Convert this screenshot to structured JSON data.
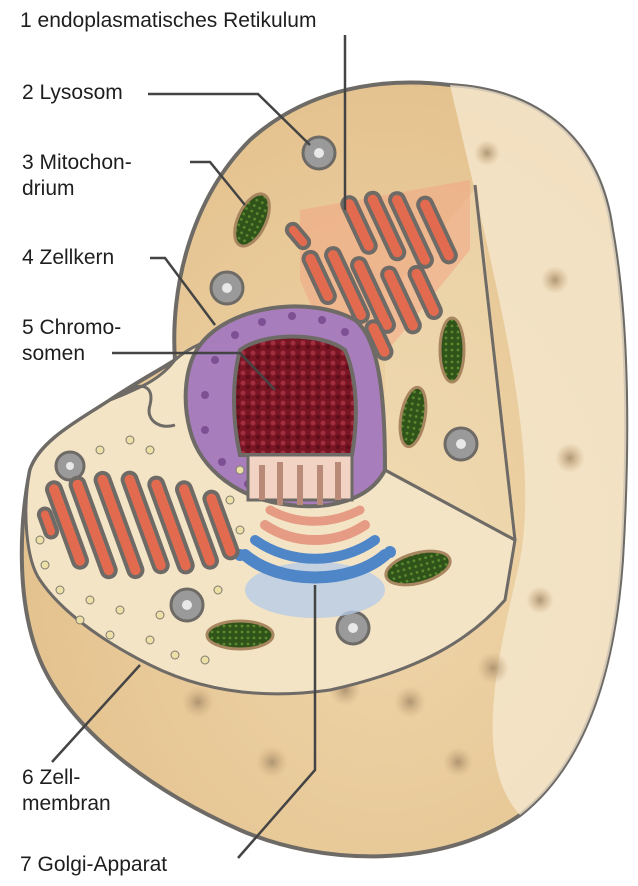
{
  "labels": {
    "l1": "1 endoplasmatisches Retikulum",
    "l2": "2 Lysosom",
    "l3a": "3 Mitochon-",
    "l3b": "drium",
    "l4": "4 Zellkern",
    "l5a": "5 Chromo-",
    "l5b": "somen",
    "l6a": "6 Zell-",
    "l6b": "membran",
    "l7": "7 Golgi-Apparat"
  },
  "colors": {
    "cytoplasm": "#e8c99a",
    "cut_face": "#f3e2c2",
    "membrane": "#6e6a66",
    "nucleus": "#a77dbb",
    "chromatin": "#8e1c2c",
    "er_fill": "#e26b4f",
    "mito_fill": "#3f6a22",
    "golgi": "#4f86c8",
    "lysosome": "#9a9a9a",
    "leader_line": "#444444"
  }
}
